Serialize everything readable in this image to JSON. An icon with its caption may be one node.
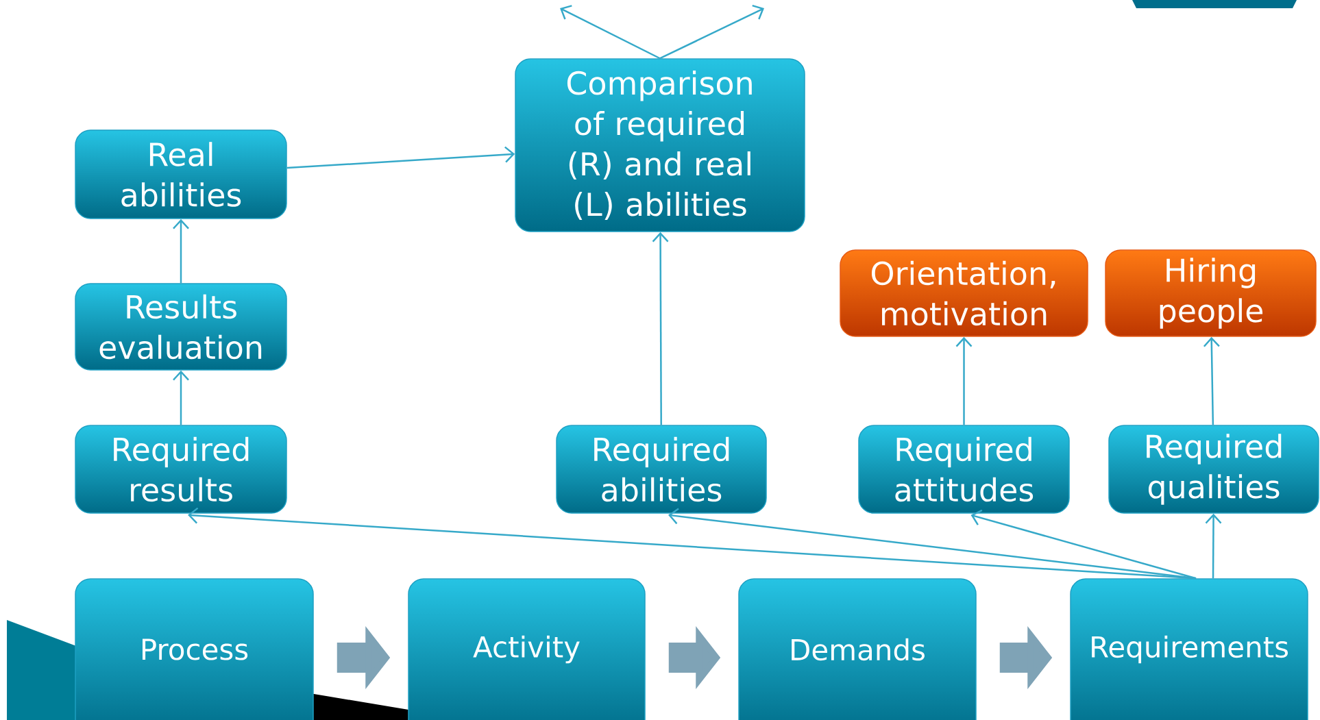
{
  "diagram": {
    "nodes": [
      {
        "text": [
          "Real abilities"
        ]
      },
      {
        "text": [
          "Comparison of required (R) and real (L) abilities"
        ]
      },
      {
        "text": [
          "Results evaluation"
        ]
      },
      {
        "text": [
          "Orientation, motivation"
        ]
      },
      {
        "text": [
          "Hiring people"
        ]
      },
      {
        "text": [
          "Required results"
        ]
      },
      {
        "text": [
          "Required abilities"
        ]
      },
      {
        "text": [
          "Required attitudes"
        ]
      },
      {
        "text": [
          "Required qualities"
        ]
      },
      {
        "text": [
          "Process"
        ]
      },
      {
        "text": [
          "Activity"
        ]
      },
      {
        "text": [
          "Demands"
        ]
      },
      {
        "text": [
          "Requirements"
        ]
      }
    ],
    "edges": [
      {
        "from": 2,
        "to": 0,
        "arrow": "to"
      },
      {
        "from": 5,
        "to": 2,
        "arrow": "to"
      },
      {
        "from": 0,
        "to": 1,
        "arrow": "to"
      },
      {
        "from": 6,
        "to": 1,
        "arrow": "to"
      },
      {
        "from": 7,
        "to": 3,
        "arrow": "to"
      },
      {
        "from": 8,
        "to": 4,
        "arrow": "to"
      },
      {
        "from": 1,
        "to": null,
        "arrow": "to"
      },
      {
        "from": 1,
        "to": null,
        "arrow": "to"
      },
      {
        "from": 12,
        "to": 5,
        "arrow": "to"
      },
      {
        "from": 12,
        "to": 6,
        "arrow": "to"
      },
      {
        "from": 12,
        "to": 7,
        "arrow": "to"
      },
      {
        "from": 12,
        "to": 8,
        "arrow": "to"
      },
      {
        "from": 9,
        "to": 10,
        "arrow": "to",
        "style": "thick",
        "color": "#7fa3b6"
      },
      {
        "from": 10,
        "to": 11,
        "arrow": "to",
        "style": "thick",
        "color": "#7fa3b6"
      },
      {
        "from": 11,
        "to": 12,
        "arrow": "to",
        "style": "thick",
        "color": "#7fa3b6"
      }
    ]
  }
}
